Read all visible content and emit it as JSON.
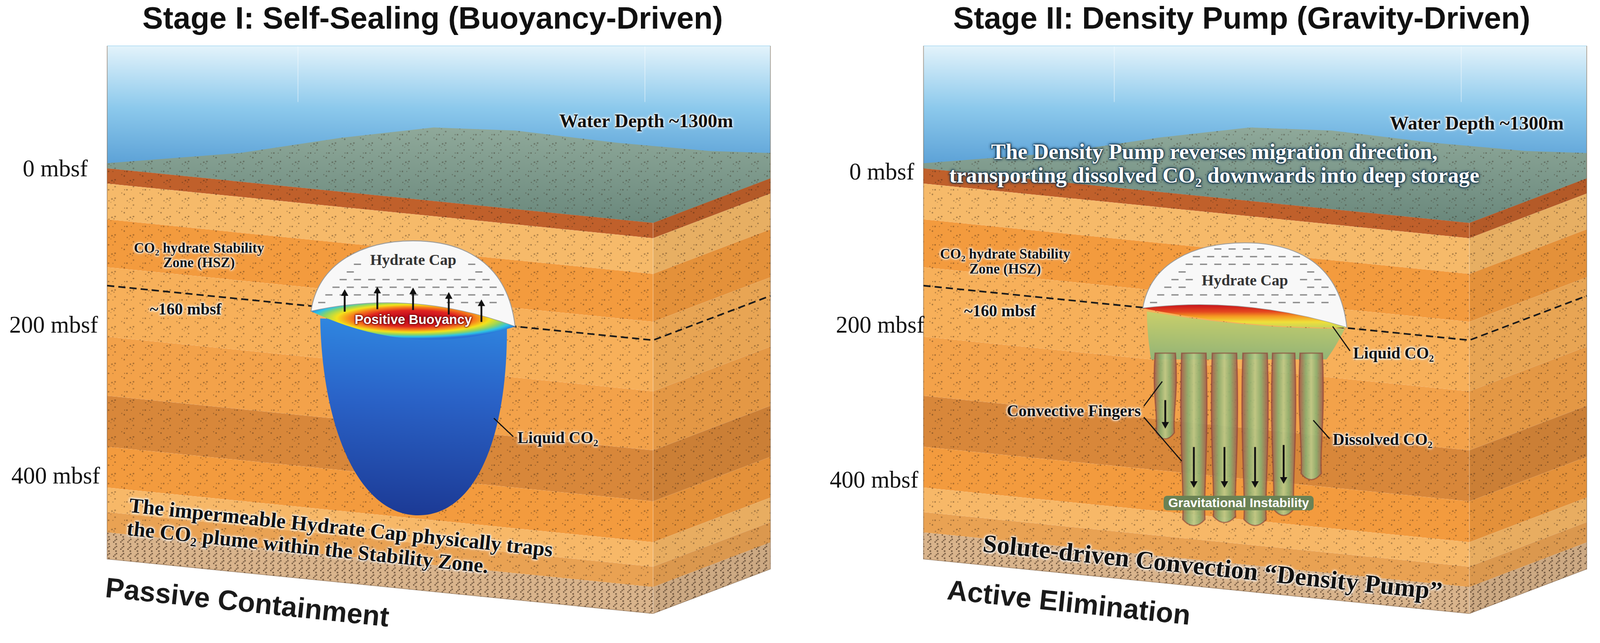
{
  "diagram": {
    "nodes": [
      {
        "text": [
          "Stage I: Self-Sealing (Buoyancy-Driven)",
          "Passive Containment"
        ]
      },
      {
        "text": [
          "Hydrate Cap"
        ],
        "in": 0
      },
      {
        "text": [
          "Positive Buoyancy"
        ],
        "in": 0
      },
      {
        "text": [
          "Stage II: Density Pump (Gravity-Driven)",
          "Active Elimination"
        ]
      },
      {
        "text": [
          "Hydrate Cap"
        ],
        "in": 3
      },
      {
        "text": [
          "Gravitational Instability"
        ],
        "in": 3
      }
    ],
    "labels": [
      "Water Depth ~1300m",
      "0 mbsf",
      "200 mbsf",
      "400 mbsf",
      "CO₂ hydrate Stability Zone (HSZ)",
      "~160 mbsf",
      "Liquid CO₂",
      "The impermeable Hydrate Cap physically traps the CO₂ plume within the Stability Zone.",
      "Water Depth ~1300m",
      "The Density Pump reverses migration direction, transporting dissolved CO₂ downwards into deep storage",
      "0 mbsf",
      "200 mbsf",
      "400 mbsf",
      "CO₂ hydrate Stability Zone (HSZ)",
      "~160 mbsf",
      "Liquid CO₂",
      "Convective Fingers",
      "Dissolved CO₂",
      "Solute-driven Convection “Density Pump”"
    ]
  }
}
